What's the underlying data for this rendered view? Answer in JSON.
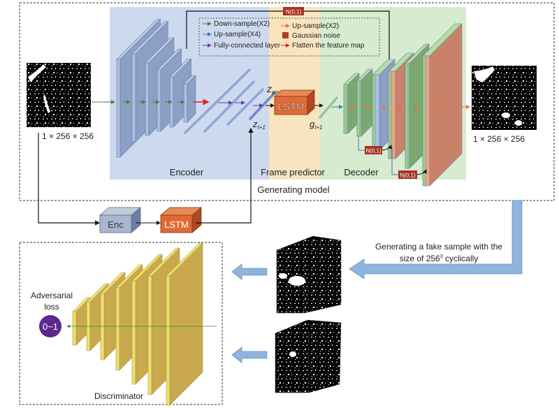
{
  "legend": {
    "items": [
      {
        "label": "Down-sample(X2)",
        "color": "#3a8a3a"
      },
      {
        "label": "Up-sample(X4)",
        "color": "#4a72c4"
      },
      {
        "label": "Fully-connected layer",
        "color": "#6a3aa8"
      },
      {
        "label": "Up-sample(X2)",
        "color": "#e8733a"
      },
      {
        "label": "Gaussian noise",
        "color": "#b03a2a"
      },
      {
        "label": "Flatten the feature map",
        "color": "#e02020"
      }
    ]
  },
  "generator": {
    "title": "Generating model",
    "input_size": "1 × 256 × 256",
    "output_size": "1 × 256 × 256",
    "encoder_label": "Encoder",
    "frame_predictor_label": "Frame predictor",
    "decoder_label": "Decoder",
    "z_enc": "z",
    "z_enc_sub": "enc",
    "z_t1": "z",
    "z_t1_sub": "t+1",
    "g_t1": "g",
    "g_t1_sub": "t+1",
    "lstm_label": "LSTM",
    "noise_label": "N(0,1)"
  },
  "aux": {
    "enc_label": "Enc",
    "lstm_label": "LSTM"
  },
  "flow_note": {
    "line1": "Generating a fake sample with the",
    "line2_pre": "size of 256",
    "line2_sup": "3",
    "line2_post": " cyclically"
  },
  "discriminator": {
    "title": "Discriminator",
    "loss_line1": "Adversarial",
    "loss_line2": "loss",
    "output_label": "0~1"
  },
  "colors": {
    "encoder_bg": "#cdd9ee",
    "predictor_bg": "#f8e5bf",
    "decoder_bg": "#d7ebcf",
    "enc_layer": "#8c9fc4",
    "lstm": "#e06a35",
    "disc_layer": "#c9a94e",
    "loss_circle": "#5b2a8c",
    "flow_arrow": "#8eb4dc"
  }
}
